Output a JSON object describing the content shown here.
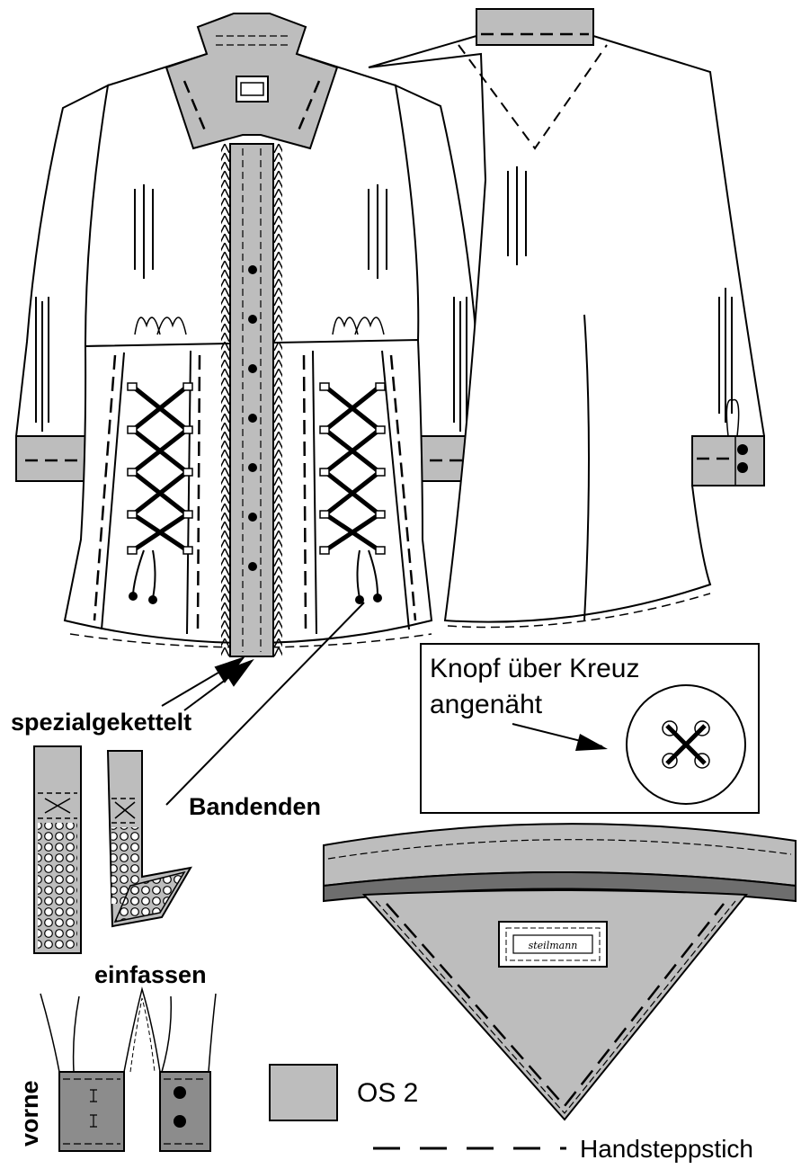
{
  "annotations": {
    "button_note_line1": "Knopf über Kreuz",
    "button_note_line2": "angenäht",
    "special_chain": "spezialgekettelt",
    "band_ends": "Bandenden",
    "binding": "einfassen",
    "front": "vorne",
    "swatch_code": "OS 2",
    "hand_stitch": "Handsteppstich"
  },
  "logo_text": "steilmann",
  "colors": {
    "fabric_gray": "#bdbdbd",
    "dark_band": "#8a8a8a",
    "outline": "#000000",
    "paper": "#ffffff"
  }
}
